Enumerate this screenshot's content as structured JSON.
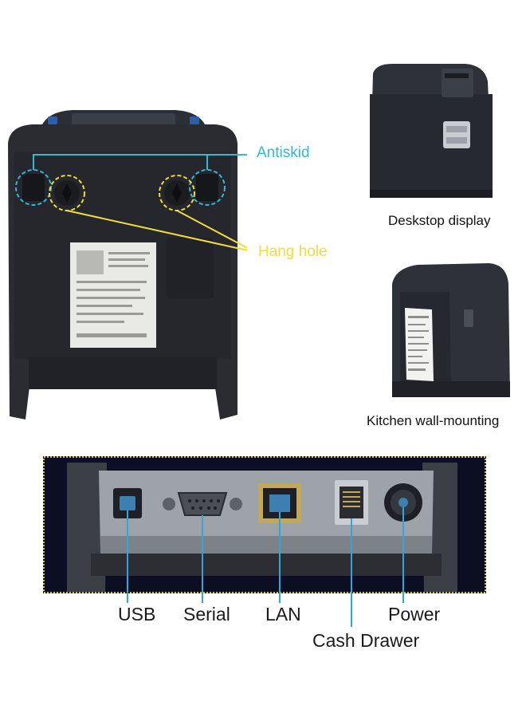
{
  "callouts": {
    "antiskid": "Antiskid",
    "hang_hole": "Hang hole",
    "antiskid_color": "#35b8d6",
    "hang_hole_color": "#f0dc3a"
  },
  "captions": {
    "desktop": "Deskstop display",
    "kitchen": "Kitchen wall-mounting"
  },
  "ports": {
    "usb": "USB",
    "serial": "Serial",
    "lan": "LAN",
    "power": "Power",
    "cash_drawer": "Cash Drawer",
    "line_color": "#2fa6e0"
  }
}
